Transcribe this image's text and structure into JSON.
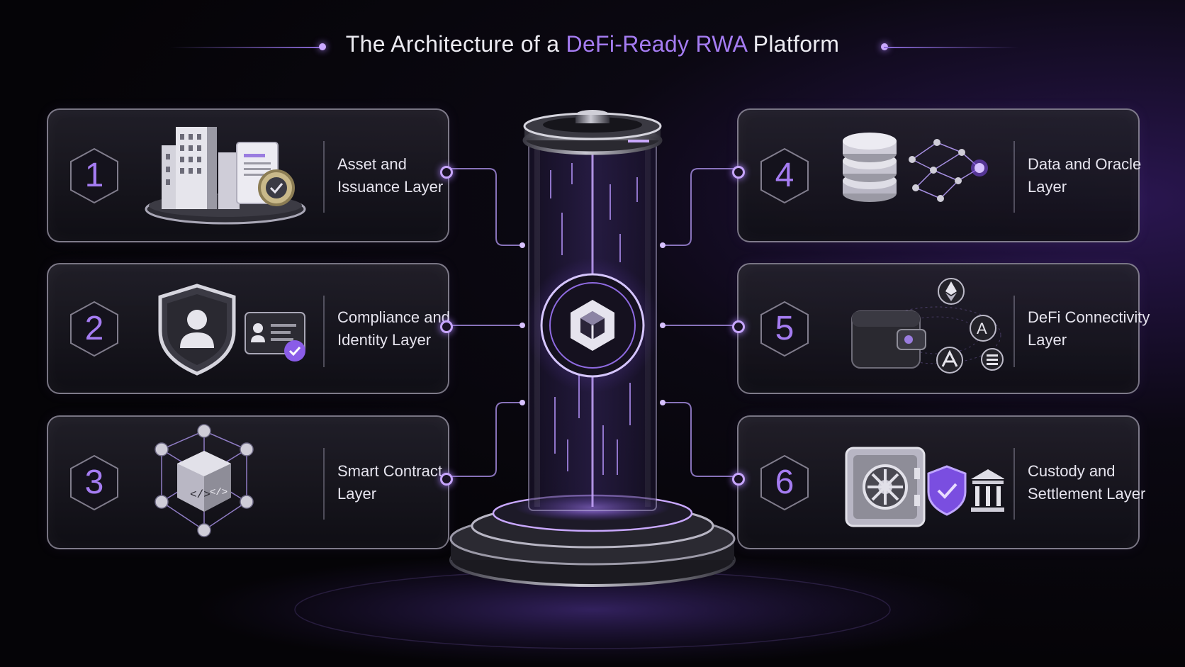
{
  "title": {
    "prefix": "The Architecture of a ",
    "highlight": "DeFi-Ready RWA",
    "suffix": " Platform"
  },
  "colors": {
    "accent": "#a57cf2",
    "background": "#050407"
  },
  "layers": [
    {
      "number": "1",
      "line1": "Asset and",
      "line2": "Issuance Layer",
      "icon": "buildings-document-coin-icon"
    },
    {
      "number": "2",
      "line1": "Compliance and",
      "line2": "Identity Layer",
      "icon": "shield-id-card-icon"
    },
    {
      "number": "3",
      "line1": "Smart Contract",
      "line2": "Layer",
      "icon": "code-cube-network-icon"
    },
    {
      "number": "4",
      "line1": "Data and Oracle",
      "line2": "Layer",
      "icon": "database-network-icon"
    },
    {
      "number": "5",
      "line1": "DeFi Connectivity",
      "line2": "Layer",
      "icon": "wallet-protocols-icon"
    },
    {
      "number": "6",
      "line1": "Custody and",
      "line2": "Settlement Layer",
      "icon": "vault-shield-bank-icon"
    }
  ],
  "center": {
    "icon": "platform-cube-logo-icon"
  }
}
